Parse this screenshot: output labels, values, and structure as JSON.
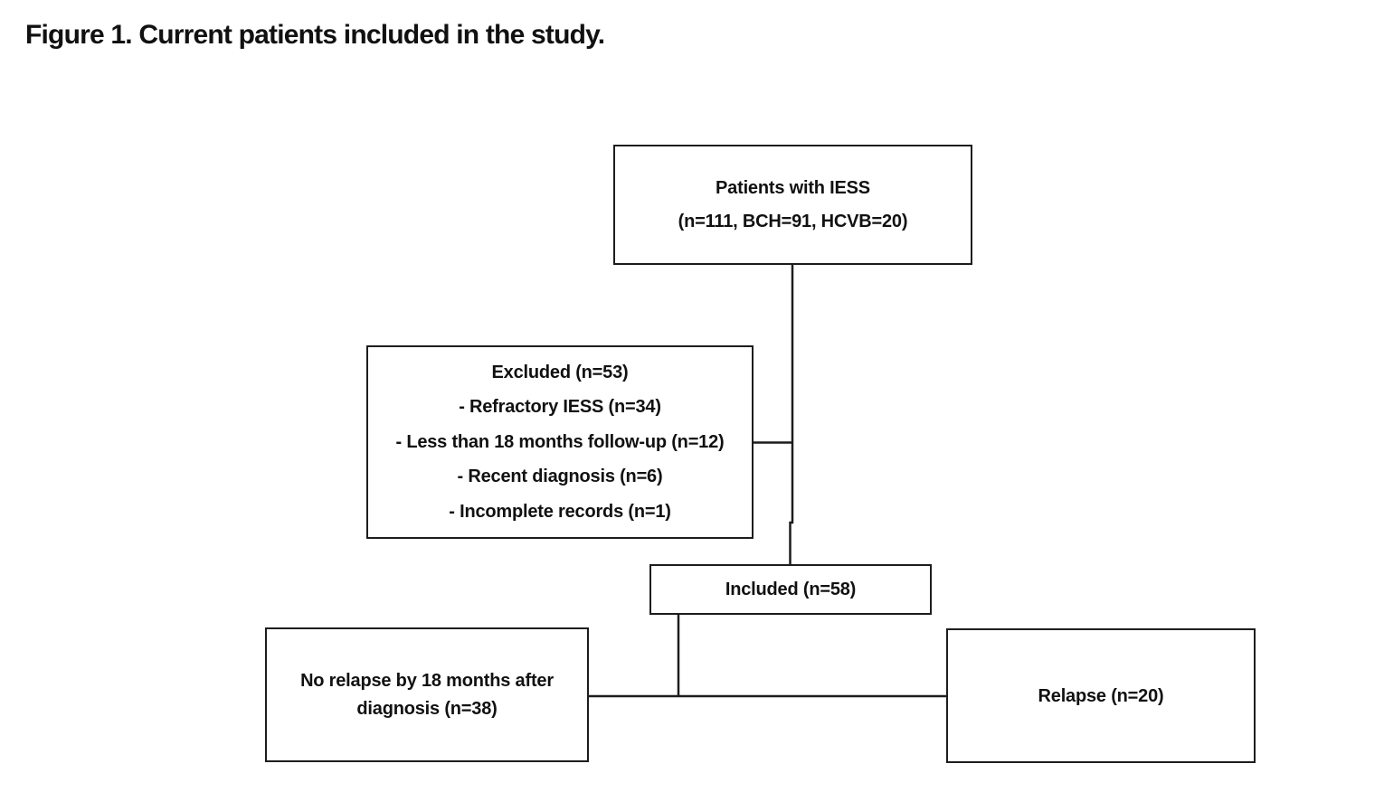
{
  "figure": {
    "title": "Figure 1. Current patients included in the study.",
    "nodes": {
      "patients": {
        "line1": "Patients with IESS",
        "line2": "(n=111, BCH=91, HCVB=20)"
      },
      "excluded": {
        "heading": "Excluded (n=53)",
        "items": [
          "- Refractory IESS (n=34)",
          "- Less than 18 months follow-up (n=12)",
          "- Recent diagnosis (n=6)",
          "- Incomplete records (n=1)"
        ]
      },
      "included": {
        "label": "Included (n=58)"
      },
      "no_relapse": {
        "line1": "No relapse by 18 months after",
        "line2": "diagnosis (n=38)"
      },
      "relapse": {
        "label": "Relapse (n=20)"
      }
    },
    "colors": {
      "text": "#111111",
      "line": "#1d1d1d",
      "background": "#ffffff"
    }
  }
}
